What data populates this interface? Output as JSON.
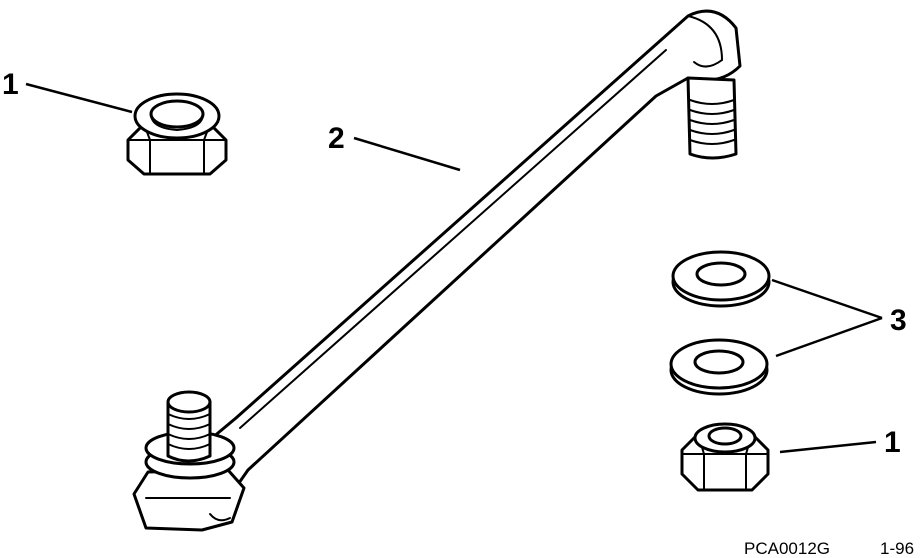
{
  "callouts": {
    "nut_top": "1",
    "link_rod": "2",
    "washers": "3",
    "nut_bottom": "1"
  },
  "figure_ref": {
    "code": "PCA0012G",
    "date": "1-96"
  }
}
